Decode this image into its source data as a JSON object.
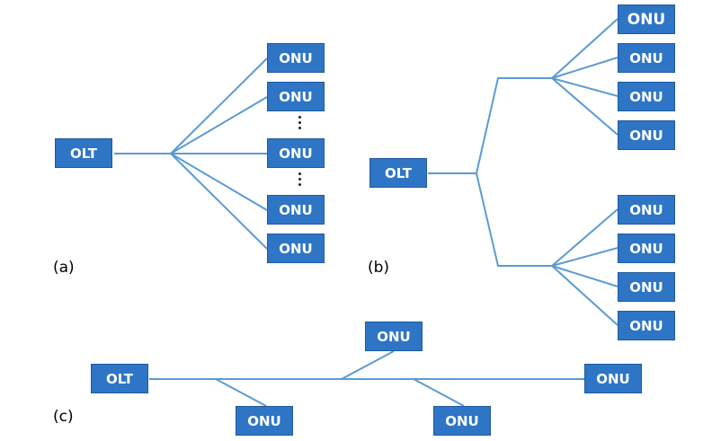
{
  "diagram": {
    "line_color": "#5b9bd5",
    "node_color": "#2e75c6",
    "panel_a": {
      "label": "(a)",
      "olt": "OLT",
      "onus": [
        "ONU",
        "ONU",
        "ONU",
        "ONU",
        "ONU"
      ]
    },
    "panel_b": {
      "label": "(b)",
      "olt": "OLT",
      "onus_top": [
        "ONU",
        "ONU",
        "ONU",
        "ONU"
      ],
      "onus_bottom": [
        "ONU",
        "ONU",
        "ONU",
        "ONU"
      ]
    },
    "panel_c": {
      "label": "(c)",
      "olt": "OLT",
      "onus": [
        "ONU",
        "ONU",
        "ONU",
        "ONU"
      ]
    }
  }
}
